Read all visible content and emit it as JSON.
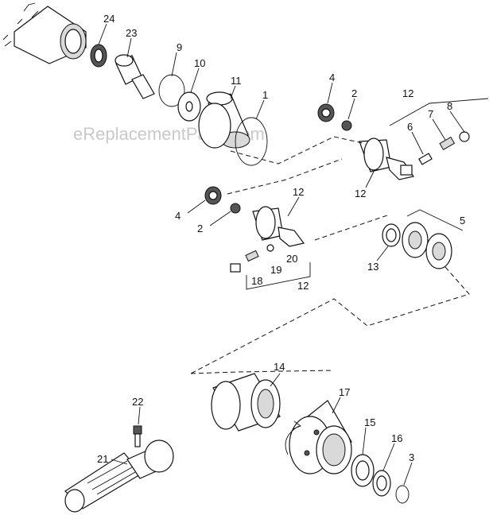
{
  "watermark": "eReplacementParts.com",
  "callouts": {
    "c24": "24",
    "c23": "23",
    "c9": "9",
    "c10": "10",
    "c11": "11",
    "c1": "1",
    "c4a": "4",
    "c2a": "2",
    "c12a": "12",
    "c8": "8",
    "c7": "7",
    "c6": "6",
    "c12b": "12",
    "c12c": "12",
    "c4b": "4",
    "c2b": "2",
    "c5": "5",
    "c13": "13",
    "c20": "20",
    "c19": "19",
    "c18": "18",
    "c12d": "12",
    "c14": "14",
    "c22": "22",
    "c17": "17",
    "c21": "21",
    "c15": "15",
    "c16": "16",
    "c3": "3"
  },
  "colors": {
    "ink": "#111111",
    "shade": "#d9d9d9",
    "watermark": "#c9c9c9"
  }
}
